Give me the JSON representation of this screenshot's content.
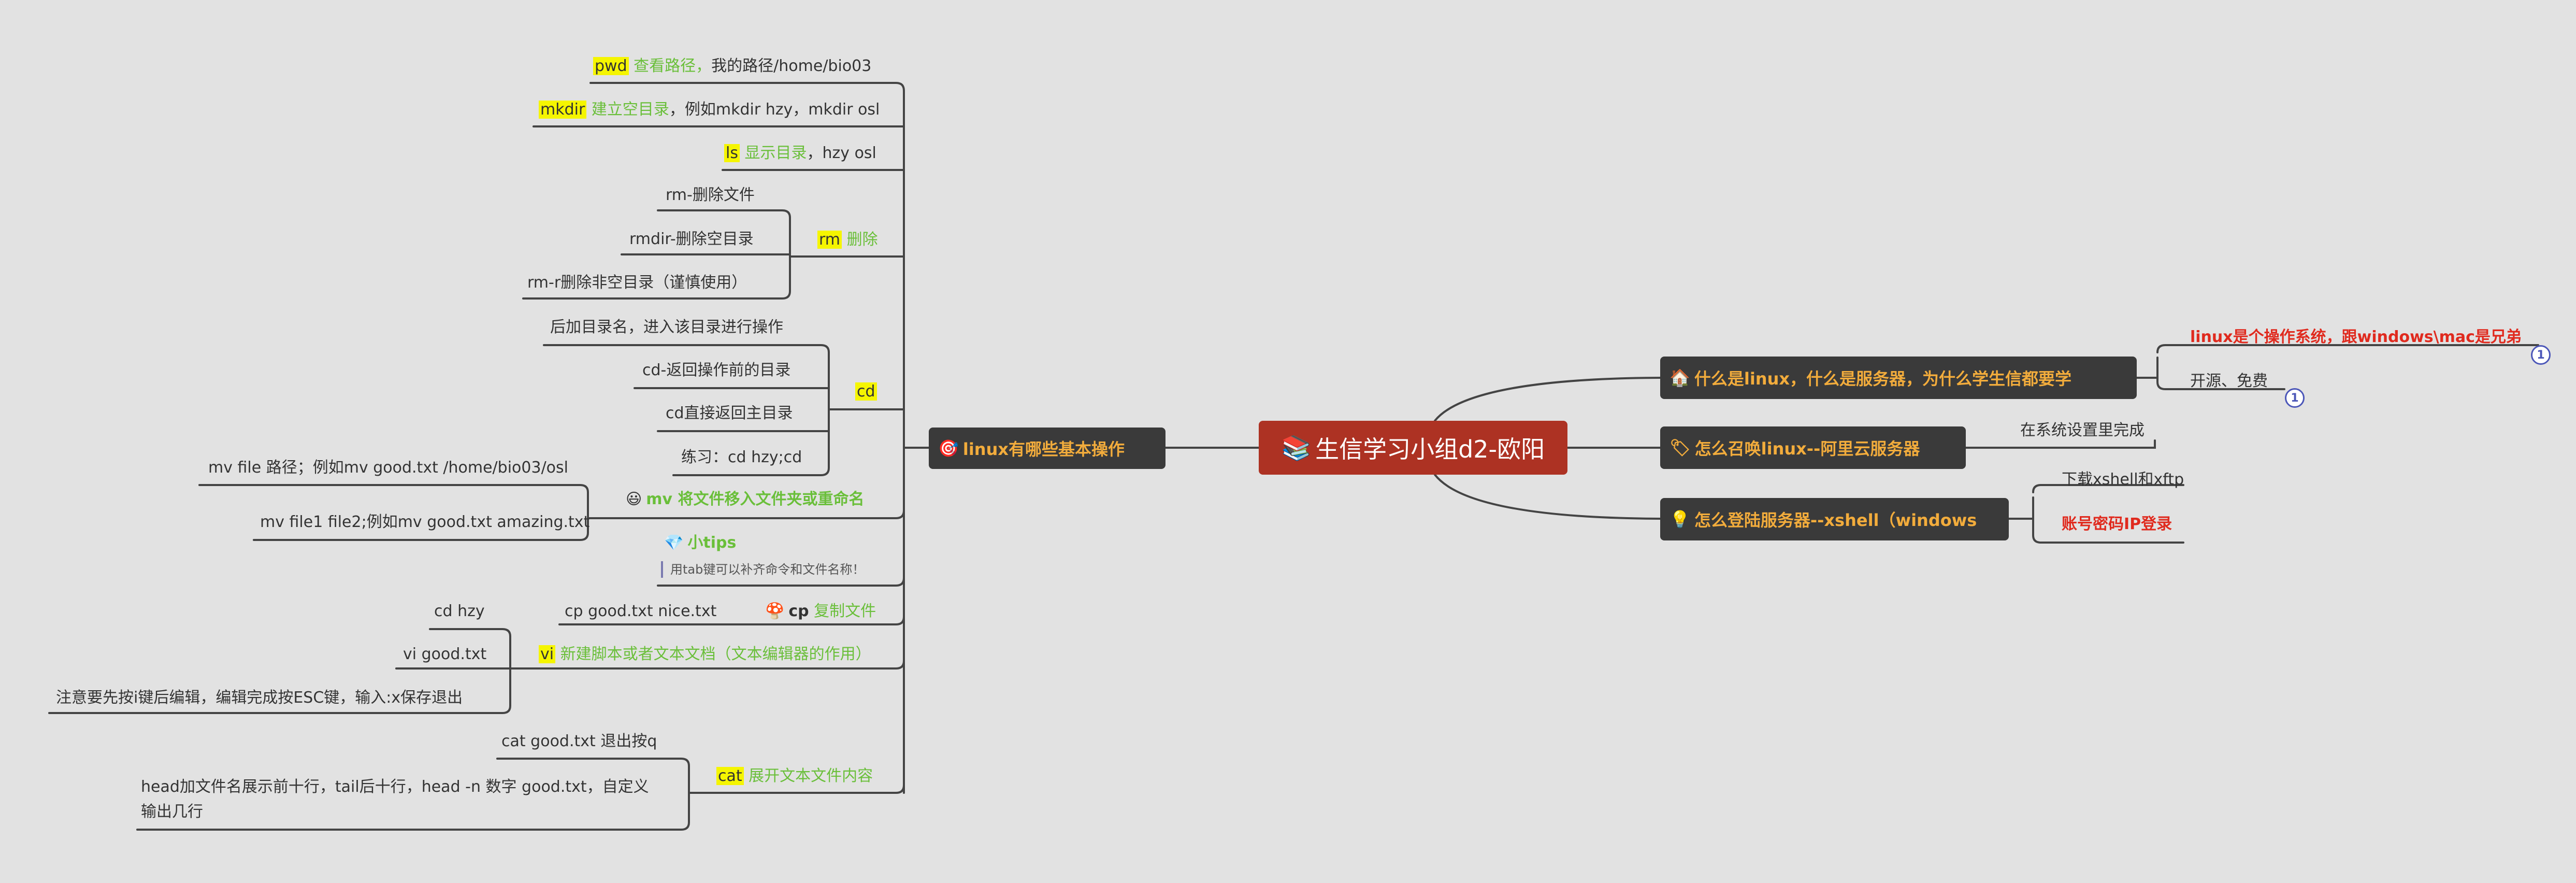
{
  "central": {
    "icon": "📚",
    "label": "生信学习小组d2-欧阳"
  },
  "right": {
    "b1": {
      "icon": "🏠",
      "label": "什么是linux，什么是服务器，为什么学生信都要学",
      "c1": "linux是个操作系统，跟windows\\mac是兄弟",
      "c2": "开源、免费",
      "badge1": "1",
      "badge2": "1"
    },
    "b2": {
      "icon": "🏷",
      "label": "怎么召唤linux--阿里云服务器",
      "c1": "在系统设置里完成"
    },
    "b3": {
      "icon": "💡",
      "label": "怎么登陆服务器--xshell（windows",
      "c1": "下载xshell和xftp",
      "c2": "账号密码IP登录"
    }
  },
  "left": {
    "main": {
      "icon": "🎯",
      "label": "linux有哪些基本操作"
    },
    "pwd": {
      "cmd": "pwd",
      "desc": " 查看路径，",
      "rest": "我的路径/home/bio03"
    },
    "mkdir": {
      "cmd": "mkdir",
      "desc": " 建立空目录",
      "rest": "，例如mkdir hzy，mkdir osl"
    },
    "ls": {
      "cmd": "ls",
      "desc": " 显示目录",
      "rest": "，hzy osl"
    },
    "rm": {
      "cmd": "rm",
      "desc": " 删除",
      "c1": "rm-删除文件",
      "c2": "rmdir-删除空目录",
      "c3": "rm-r删除非空目录（谨慎使用）"
    },
    "cd": {
      "cmd": "cd",
      "c1": "后加目录名，进入该目录进行操作",
      "c2": "cd-返回操作前的目录",
      "c3": "cd直接返回主目录",
      "c4": "练习：cd hzy;cd"
    },
    "mv": {
      "icon": "😃",
      "label": "mv 将文件移入文件夹或重命名",
      "c1": "mv file 路径；例如mv good.txt  /home/bio03/osl",
      "c2": "mv file1 file2;例如mv good.txt amazing.txt"
    },
    "tips": {
      "icon": "💎",
      "label": "小tips",
      "note": "用tab键可以补齐命令和文件名称！"
    },
    "cp": {
      "icon": "🍄",
      "cmd": "cp",
      "desc": " 复制文件",
      "c1": "cp good.txt nice.txt"
    },
    "vi": {
      "cmd": "vi",
      "desc": " 新建脚本或者文本文档（文本编辑器的作用）",
      "c1": "cd hzy",
      "c2": "vi good.txt",
      "c3": "注意要先按i键后编辑，编辑完成按ESC键，输入:x保存退出"
    },
    "cat": {
      "cmd": "cat",
      "desc": " 展开文本文件内容",
      "c1": "cat good.txt  退出按q",
      "c2a": "head加文件名展示前十行，tail后十行，head -n 数字 good.txt，自定义",
      "c2b": "输出几行"
    }
  },
  "colors": {
    "central": "#ad3223",
    "node": "#3a3a3a",
    "node_text": "#f2ac3c",
    "green": "#6abf3a",
    "red": "#e02a1e",
    "highlight": "#f5f500",
    "line": "#444444"
  }
}
